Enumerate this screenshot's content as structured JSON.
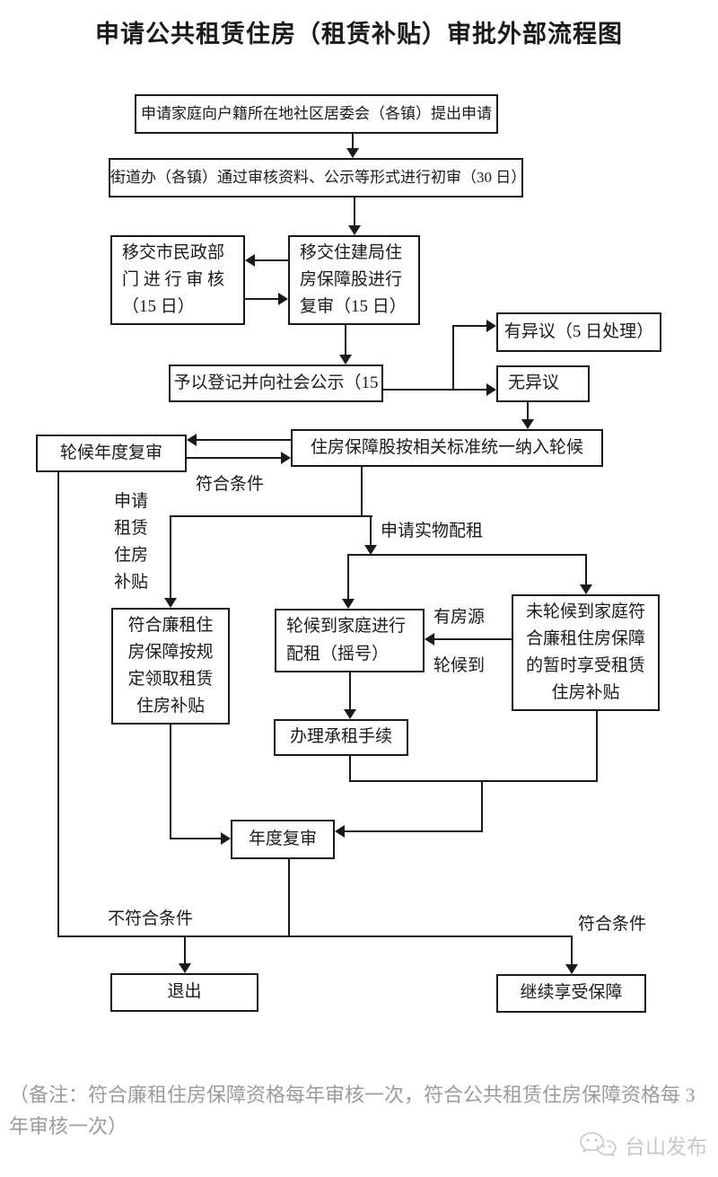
{
  "title": "申请公共租赁住房（租赁补贴）审批外部流程图",
  "nodes": {
    "submit": {
      "label": "申请家庭向户籍所在地社区居委会（各镇）提出申请"
    },
    "initial_review": {
      "label": "街道办（各镇）通过审核资料、公示等形式进行初审（30 日）"
    },
    "civil_affairs": {
      "lines": [
        "移交市民政部",
        "门 进 行 审 核",
        "（15 日）"
      ]
    },
    "housing_bureau": {
      "lines": [
        "移交住建局住",
        "房保障股进行",
        "复审（15 日）"
      ]
    },
    "register_publicity": {
      "label": "予以登记并向社会公示（15"
    },
    "objection": {
      "label": "有异议（5 日处理）"
    },
    "no_objection": {
      "label": "无异议"
    },
    "waitlist_inclusion": {
      "label": "住房保障股按相关标准统一纳入轮候"
    },
    "waitlist_annual_review": {
      "label": "轮候年度复审"
    },
    "subsidy_receive": {
      "lines": [
        "符合廉租住",
        "房保障按规",
        "定领取租赁",
        "住房补贴"
      ]
    },
    "allocation_lottery": {
      "lines": [
        "轮候到家庭进行",
        "配租（摇号）"
      ]
    },
    "temp_subsidy": {
      "lines": [
        "未轮候到家庭符",
        "合廉租住房保障",
        "的暂时享受租赁",
        "住房补贴"
      ]
    },
    "lease_procedures": {
      "label": "办理承租手续"
    },
    "annual_review": {
      "label": "年度复审"
    },
    "exit": {
      "label": "退出"
    },
    "continue_guarantee": {
      "label": "继续享受保障"
    }
  },
  "labels": {
    "meet_criteria_top": "符合条件",
    "apply_subsidy": {
      "lines": [
        "申请",
        "租赁",
        "住房",
        "补贴"
      ]
    },
    "apply_physical": "申请实物配租",
    "has_housing": "有房源",
    "waitlisted": "轮候到",
    "not_meet_criteria": "不符合条件",
    "meet_criteria_bottom": "符合条件"
  },
  "note": {
    "lines": [
      "（备注：符合廉租住房保障资格每年审核一次，符合公共租赁住房保障资格每 3",
      "年审核一次）"
    ]
  },
  "watermark": {
    "text": "台山发布"
  },
  "colors": {
    "line": "#1a1a1a",
    "text": "#1a1a1a",
    "note_text": "#9c9c9c",
    "watermark": "#c8c8c8",
    "background": "#ffffff"
  }
}
